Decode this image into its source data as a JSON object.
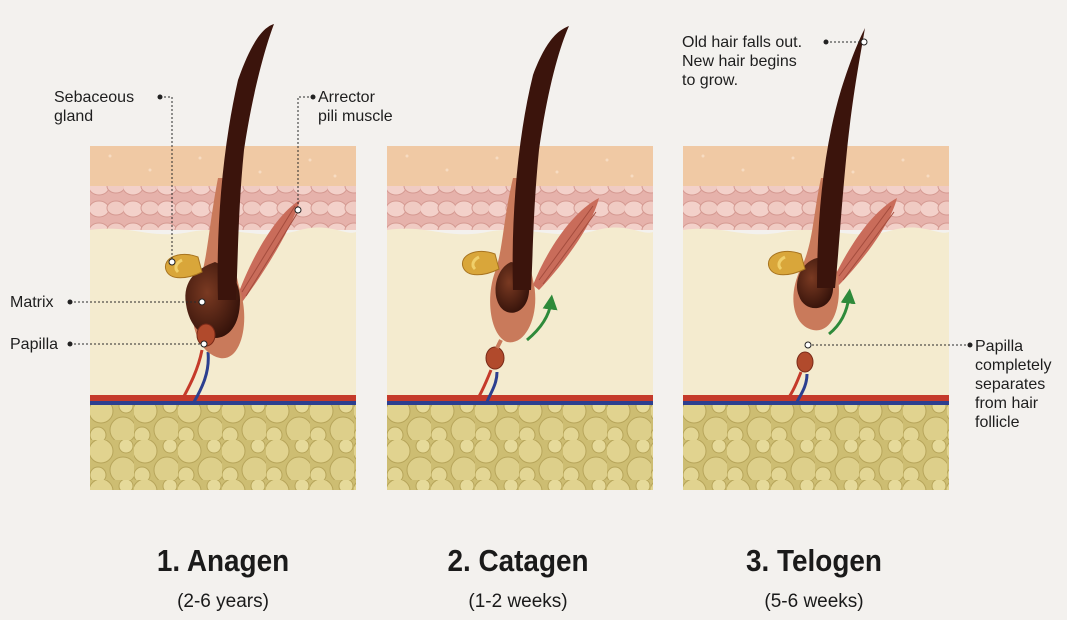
{
  "labels": {
    "sebaceous_gland": "Sebaceous\ngland",
    "arrector_pili": "Arrector\npili muscle",
    "matrix": "Matrix",
    "papilla": "Papilla",
    "old_hair": "Old hair falls out.\nNew hair begins\nto grow.",
    "papilla_separates": "Papilla\ncompletely\nseparates\nfrom hair\nfollicle"
  },
  "stages": [
    {
      "title": "1. Anagen",
      "duration": "(2-6 years)"
    },
    {
      "title": "2. Catagen",
      "duration": "(1-2 weeks)"
    },
    {
      "title": "3. Telogen",
      "duration": "(5-6 weeks)"
    }
  ],
  "colors": {
    "epidermis": "#f0c9a4",
    "dermis_papillary": "#ebbfb8",
    "dermis": "#f4ebcf",
    "fat": "#dccd86",
    "hair": "#3b140c",
    "follicle": "#c97a5b",
    "artery": "#c53a2a",
    "vein": "#2d3f8f",
    "arrow": "#2e8a3a"
  }
}
